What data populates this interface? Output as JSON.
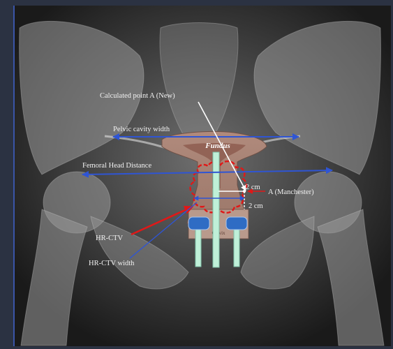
{
  "labels": {
    "point_a_new": "Calculated point  A (New)",
    "pelvic_width": "Pelvic  cavity width",
    "femoral_distance": "Femoral Head Distance",
    "point_a_manchester": "A (Manchester)",
    "dist_horizontal": "2 cm",
    "dist_vertical": "2 cm",
    "hr_ctv": "HR-CTV",
    "hr_ctv_width": "HR-CTV  width",
    "fundus": "Fundus",
    "cervix": "Cervix"
  },
  "colors": {
    "arrow_blue": "#2f55d4",
    "contour_red": "#e01818",
    "applicator": "#bff0d8",
    "ovoid": "#2f6cc4"
  }
}
